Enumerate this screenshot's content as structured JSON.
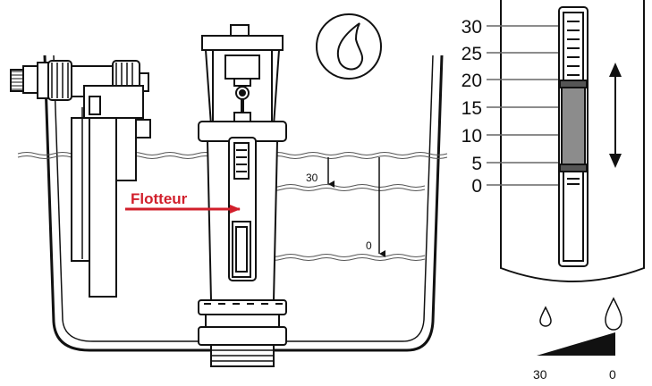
{
  "float_label": "Flotteur",
  "level_marks": {
    "upper": "30",
    "lower": "0"
  },
  "scale": {
    "ticks": [
      "30",
      "25",
      "20",
      "15",
      "10",
      "5",
      "0"
    ]
  },
  "flow_legend": {
    "left": "30",
    "right": "0"
  },
  "icons": [
    "water-drop-icon",
    "double-arrow-icon",
    "small-drop-icon",
    "large-drop-icon",
    "wedge-icon"
  ],
  "colors": {
    "label_red": "#d11f2b",
    "window_gray": "#8c8c8c"
  }
}
